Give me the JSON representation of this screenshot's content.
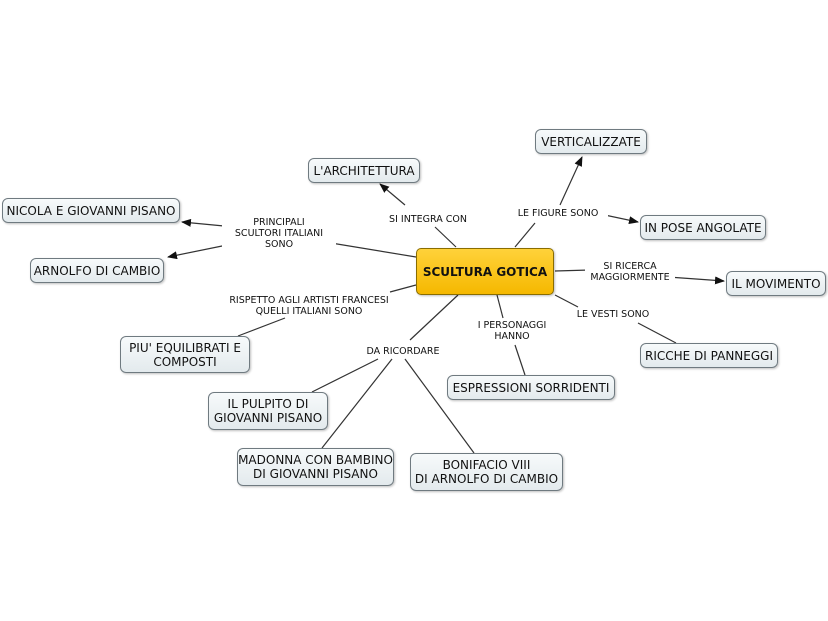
{
  "nodes": {
    "center": "SCULTURA GOTICA",
    "architettura": "L'ARCHITETTURA",
    "verticalizzate": "VERTICALIZZATE",
    "pose_angolate": "IN POSE ANGOLATE",
    "movimento": "IL MOVIMENTO",
    "panneggi": "RICCHE DI PANNEGGI",
    "sorridenti": "ESPRESSIONI SORRIDENTI",
    "pisano": "NICOLA E GIOVANNI PISANO",
    "arnolfo": "ARNOLFO DI CAMBIO",
    "equilibrati": "PIU' EQUILIBRATI E\nCOMPOSTI",
    "pulpito": "IL PULPITO DI\nGIOVANNI PISANO",
    "madonna": "MADONNA CON BAMBINO\nDI GIOVANNI PISANO",
    "bonifacio": "BONIFACIO VIII\nDI ARNOLFO DI CAMBIO"
  },
  "links": {
    "integra": "SI INTEGRA CON",
    "figure": "LE FIGURE  SONO",
    "ricerca": "SI RICERCA\nMAGGIORMENTE",
    "vesti": "LE VESTI SONO",
    "personaggi": "I PERSONAGGI\nHANNO",
    "scultori": "PRINCIPALI\nSCULTORI ITALIANI\nSONO",
    "rispetto": "RISPETTO AGLI ARTISTI FRANCESI\nQUELLI  ITALIANI SONO",
    "ricordare": "DA RICORDARE"
  },
  "colors": {
    "line": "#333333",
    "center_fill": "#f5b800",
    "node_fill": "#e8eef0"
  }
}
